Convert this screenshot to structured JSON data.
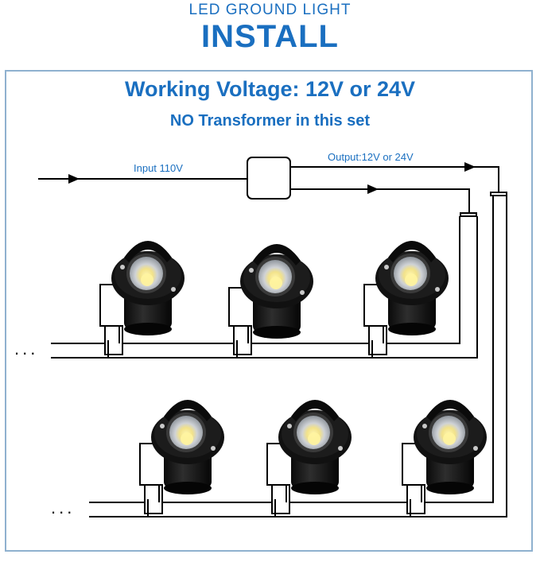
{
  "colors": {
    "accent": "#1a6fc0",
    "wire": "#000000",
    "frame": "#8fb1cf"
  },
  "header": {
    "subtitle": "LED GROUND LIGHT",
    "title": "INSTALL"
  },
  "diagram": {
    "voltage_text": "Working Voltage: 12V or 24V",
    "note_text": "NO Transformer in this set",
    "input_label": "Input 110V",
    "output_label": "Output:12V or 24V",
    "continuation": "...",
    "icons": [
      "arrow-icon",
      "transformer-box",
      "spotlight-icon"
    ],
    "rows": [
      {
        "name": "upper-row",
        "fixture_count": 3
      },
      {
        "name": "lower-row",
        "fixture_count": 3
      }
    ]
  }
}
